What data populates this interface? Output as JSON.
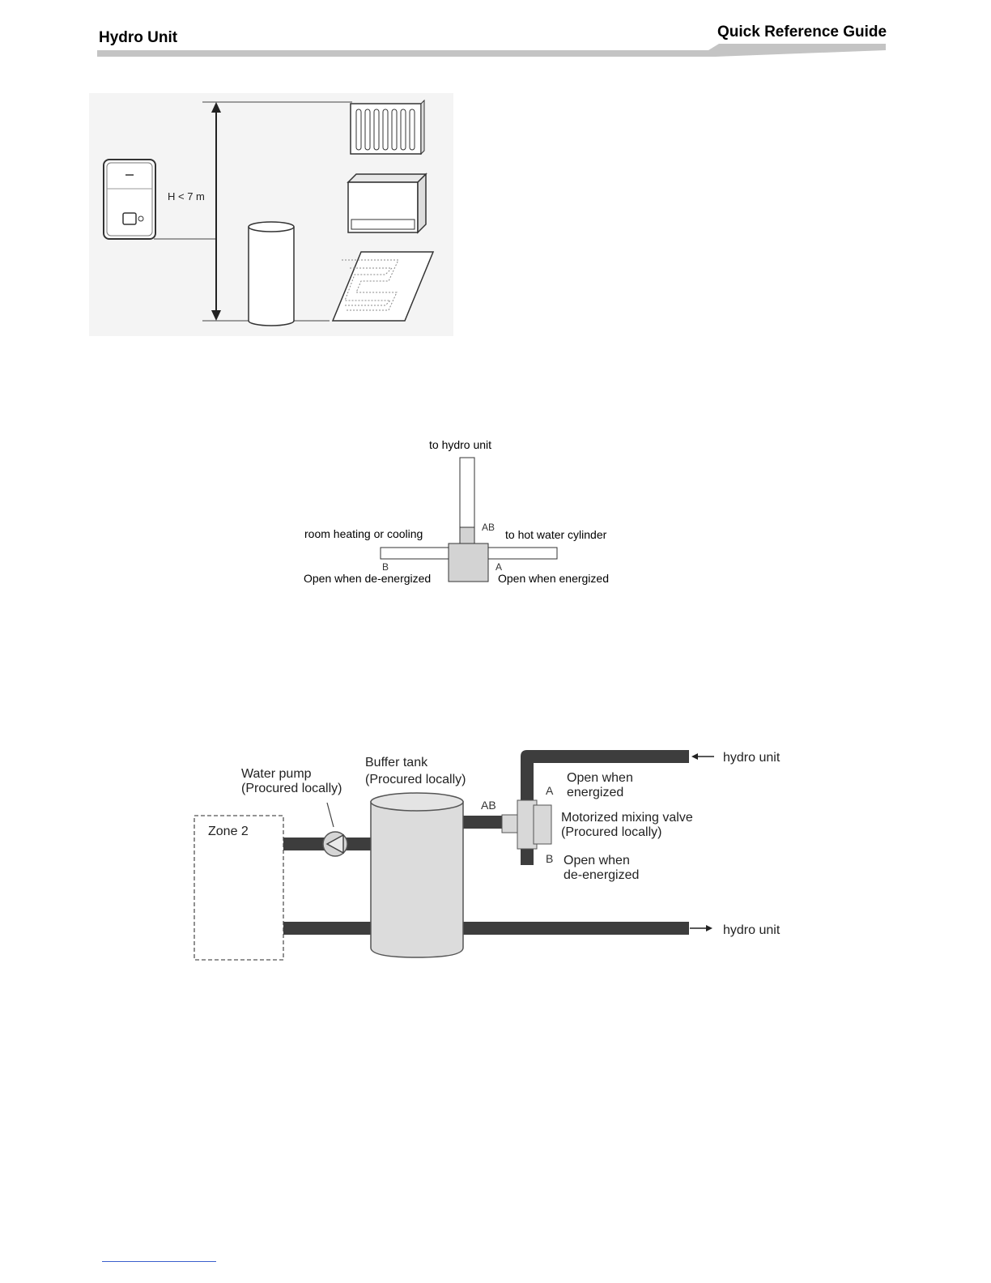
{
  "header": {
    "left_title": "Hydro Unit",
    "right_title": "Quick Reference Guide"
  },
  "figure1": {
    "height_label": "H < 7 m",
    "icons": [
      "hydro-unit",
      "radiator",
      "fan-coil",
      "hot-water-cylinder",
      "floor-heating"
    ]
  },
  "figure2": {
    "top_label": "to hydro unit",
    "left_label": "room heating or cooling",
    "right_label": "to hot water cylinder",
    "port_ab": "AB",
    "port_b": "B",
    "port_a": "A",
    "b_note": "Open when de-energized",
    "a_note": "Open when energized"
  },
  "figure3": {
    "pump_label_1": "Water pump",
    "pump_label_2": "(Procured locally)",
    "tank_label_1": "Buffer tank",
    "tank_label_2": "(Procured locally)",
    "zone_label": "Zone 2",
    "port_ab": "AB",
    "port_a": "A",
    "port_b": "B",
    "a_note_1": "Open when",
    "a_note_2": "energized",
    "valve_label_1": "Motorized mixing valve",
    "valve_label_2": "(Procured locally)",
    "b_note_1": "Open when",
    "b_note_2": "de-energized",
    "in_label": "hydro unit",
    "out_label": "hydro unit"
  }
}
